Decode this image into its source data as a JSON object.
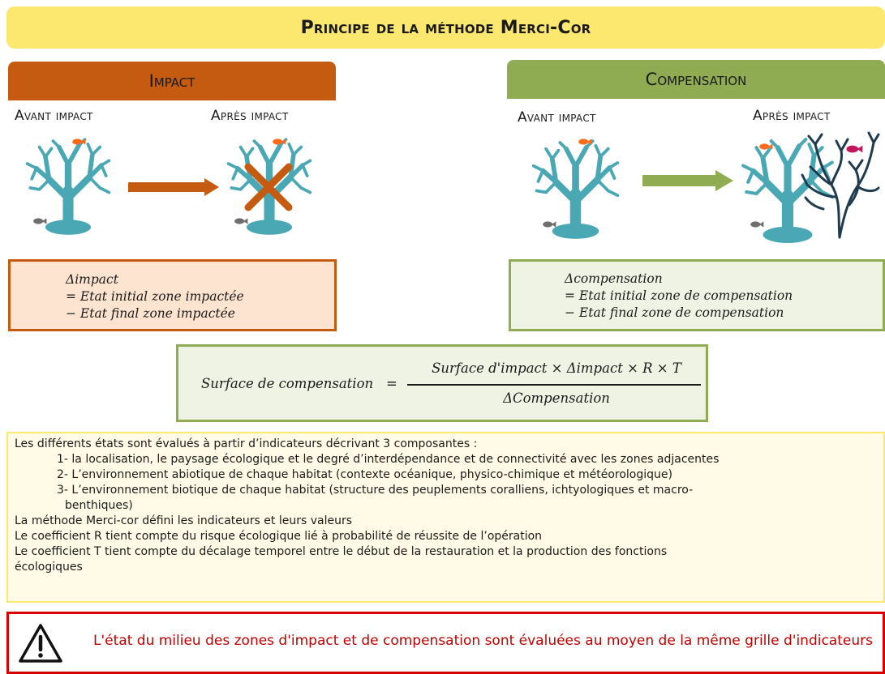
{
  "title": "Principe de la méthode Merci-Cor",
  "impact": {
    "header": "Impact",
    "before_label": "Avant impact",
    "after_label": "Après impact",
    "formula": {
      "line1": "Δimpact",
      "line2": "= Etat initial zone impactée",
      "line3": "− Etat final zone impactée"
    }
  },
  "compensation": {
    "header": "Compensation",
    "before_label": "Avant impact",
    "after_label": "Après impact",
    "formula": {
      "line1": "Δcompensation",
      "line2": "= Etat initial zone de compensation",
      "line3": "− Etat final zone de compensation"
    }
  },
  "main_formula": {
    "lhs": "Surface de compensation",
    "equals": "=",
    "numerator": "Surface d'impact × Δimpact × R × T",
    "denominator": "ΔCompensation"
  },
  "notes": {
    "intro": "Les différents états sont évalués à partir d’indicateurs décrivant 3 composantes :",
    "item1": "1- la localisation, le paysage écologique et le degré d’interdépendance et de connectivité avec  les zones adjacentes",
    "item2": "2- L’environnement abiotique de chaque habitat (contexte océanique, physico-chimique et météorologique)",
    "item3a": "3- L’environnement biotique de chaque habitat (structure des peuplements coralliens, ichtyologiques et macro-",
    "item3b": "benthiques)",
    "line_method": "La méthode Merci-cor défini les indicateurs et leurs valeurs",
    "line_r": "Le coefficient R tient compte du risque écologique lié à probabilité de réussite de l’opération",
    "line_t1": "Le coefficient T tient compte du décalage temporel entre le début de la restauration et la production des fonctions",
    "line_t2": "écologiques"
  },
  "warning": {
    "text": "L'état du milieu des zones d'impact et de compensation sont évaluées au moyen de la même grille d'indicateurs"
  },
  "colors": {
    "title_bg": "#fde86f",
    "impact": "#c55a11",
    "impact_light": "#fce4d0",
    "compensation": "#8fac52",
    "compensation_light": "#eef3e3",
    "coral": "#4aa8b4",
    "warning": "#d60000"
  }
}
